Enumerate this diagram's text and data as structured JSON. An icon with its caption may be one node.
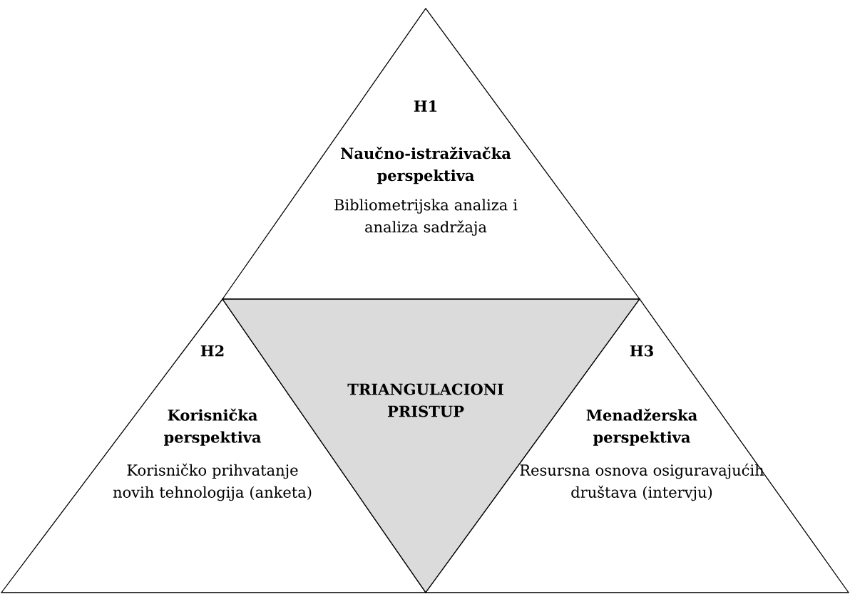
{
  "diagram": {
    "nodes": [
      {
        "text": [
          "H1",
          "Naučno-istraživačka perspektiva",
          "Bibliometrijska analiza i analiza sadržaja"
        ]
      },
      {
        "text": [
          "H2",
          "Korisnička perspektiva",
          "Korisničko prihvatanje novih tehnologija (anketa)"
        ]
      },
      {
        "text": [
          "TRIANGULACIONI PRISTUP"
        ]
      },
      {
        "text": [
          "H3",
          "Menadžerska perspektiva",
          "Resursna osnova osiguravajućih društava (intervju)"
        ]
      }
    ]
  }
}
